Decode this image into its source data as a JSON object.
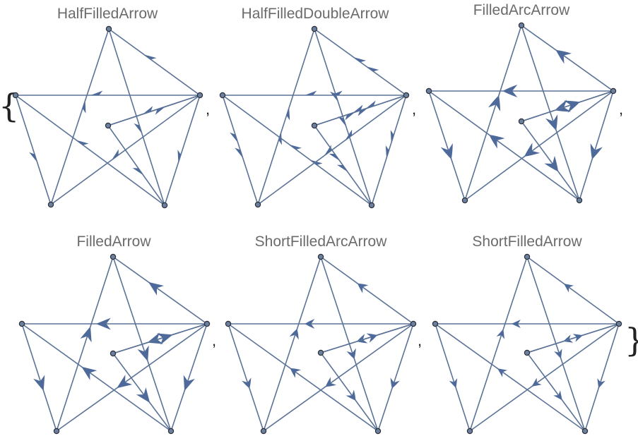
{
  "list": {
    "open_brace": "{",
    "close_brace": "}",
    "separator": ","
  },
  "colors": {
    "edge": "#5b7397",
    "arrowhead": "#4e6a9a",
    "vertex_fill": "#6b7f9f",
    "vertex_stroke": "#2a2f38",
    "title_text": "#6b6b6b"
  },
  "graph": {
    "vertex_count": 6,
    "edges": [
      [
        0,
        5
      ],
      [
        5,
        1
      ],
      [
        1,
        4
      ],
      [
        4,
        0
      ],
      [
        2,
        0
      ],
      [
        2,
        1
      ],
      [
        2,
        3
      ],
      [
        2,
        4
      ],
      [
        2,
        5
      ],
      [
        3,
        2
      ],
      [
        3,
        4
      ]
    ]
  },
  "panels": [
    {
      "title": "HalfFilledArrow",
      "arrowhead_style": "half-filled",
      "arrowhead_count": 1
    },
    {
      "title": "HalfFilledDoubleArrow",
      "arrowhead_style": "half-filled",
      "arrowhead_count": 2
    },
    {
      "title": "FilledArcArrow",
      "arrowhead_style": "filled-arc",
      "arrowhead_count": 1
    },
    {
      "title": "FilledArrow",
      "arrowhead_style": "filled",
      "arrowhead_count": 1
    },
    {
      "title": "ShortFilledArcArrow",
      "arrowhead_style": "short-filled-arc",
      "arrowhead_count": 1
    },
    {
      "title": "ShortFilledArrow",
      "arrowhead_style": "short-filled",
      "arrowhead_count": 1
    }
  ]
}
